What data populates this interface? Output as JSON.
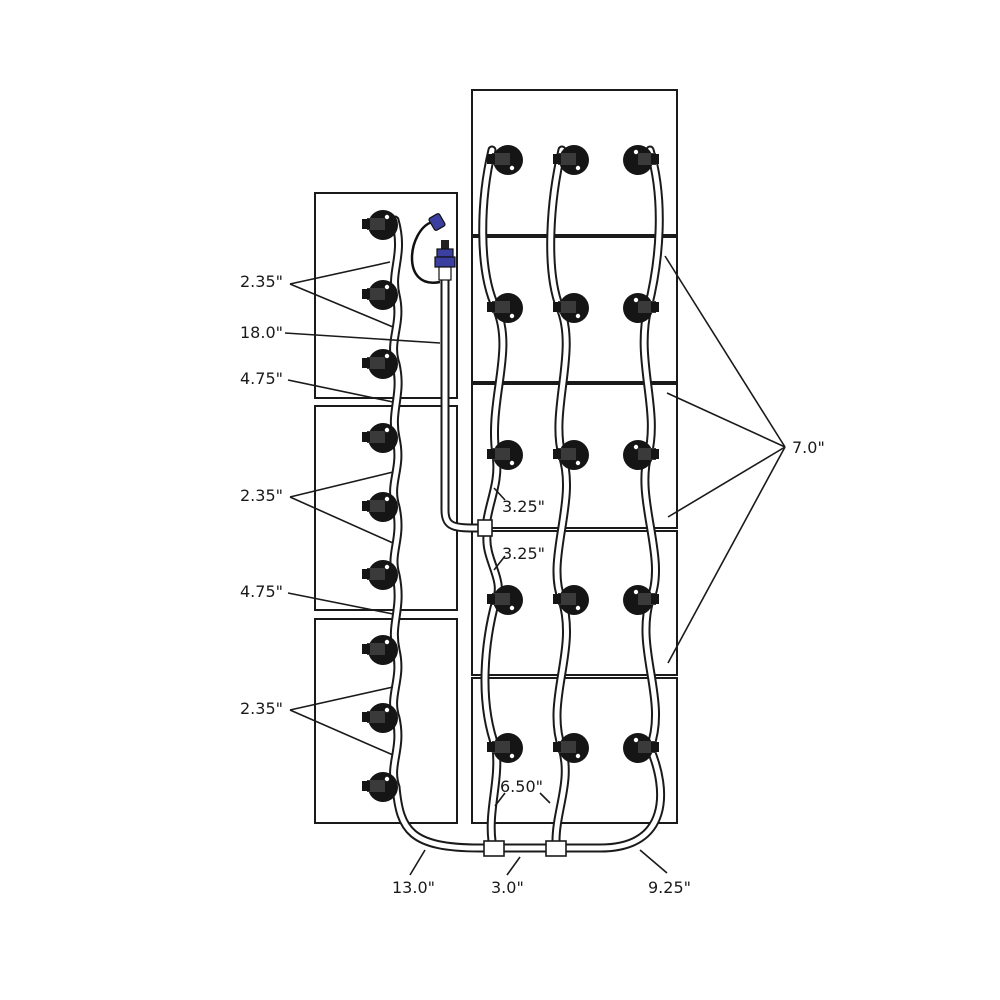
{
  "diagram": {
    "title": "Battery watering system hose layout",
    "colors": {
      "line": "#1a1a1a",
      "cap": "#151515",
      "pump_accent": "#3b3fa0",
      "background": "#ffffff"
    },
    "left_bank": {
      "batteries": 3,
      "caps_per_battery": 3
    },
    "right_bank": {
      "batteries": 5,
      "columns": 3
    },
    "labels": {
      "l_235_a": "2.35\"",
      "l_180": "18.0\"",
      "l_475_a": "4.75\"",
      "l_235_b": "2.35\"",
      "l_475_b": "4.75\"",
      "l_235_c": "2.35\"",
      "l_325_a": "3.25\"",
      "l_325_b": "3.25\"",
      "l_70": "7.0\"",
      "l_650": "6.50\"",
      "l_130": "13.0\"",
      "l_30": "3.0\"",
      "l_925": "9.25\""
    },
    "components": {
      "fill_coupler": "quick-connect fill coupler",
      "tee_fittings": 3
    }
  }
}
